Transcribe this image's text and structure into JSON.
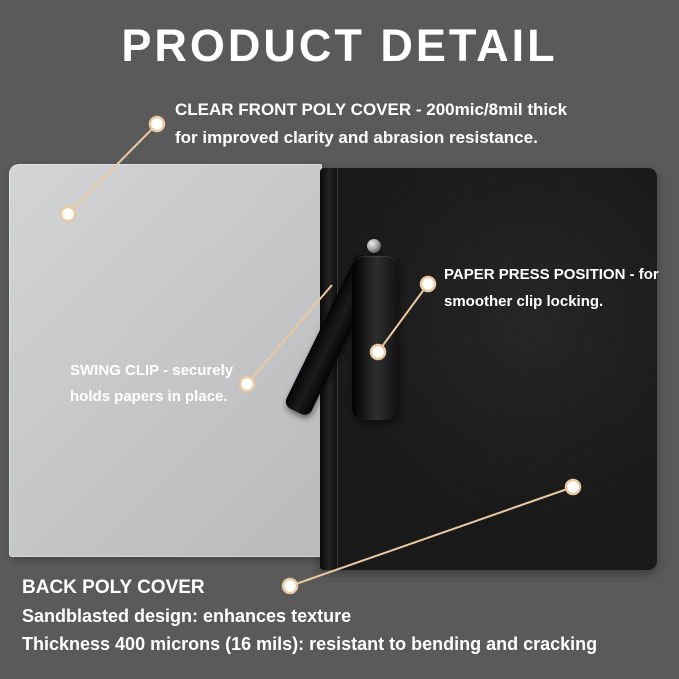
{
  "title": "PRODUCT DETAIL",
  "colors": {
    "background": "#5a5a5a",
    "text": "#ffffff",
    "callout_line": "#eac9a0",
    "dot_fill": "#ffffff",
    "front_cover": "#c7c8ca",
    "back_cover": "#181818"
  },
  "callouts": {
    "front_cover": {
      "line1": "CLEAR FRONT POLY COVER - 200mic/8mil thick",
      "line2": "for improved clarity and abrasion resistance."
    },
    "paper_press": {
      "line1": "PAPER PRESS POSITION - for",
      "line2": "smoother clip locking."
    },
    "swing_clip": {
      "line1": "SWING CLIP - securely",
      "line2": "holds papers in place."
    },
    "back_cover": {
      "heading": "BACK POLY COVER",
      "line1": "Sandblasted design: enhances texture",
      "line2": "Thickness 400 microns (16 mils): resistant to bending and cracking"
    }
  }
}
